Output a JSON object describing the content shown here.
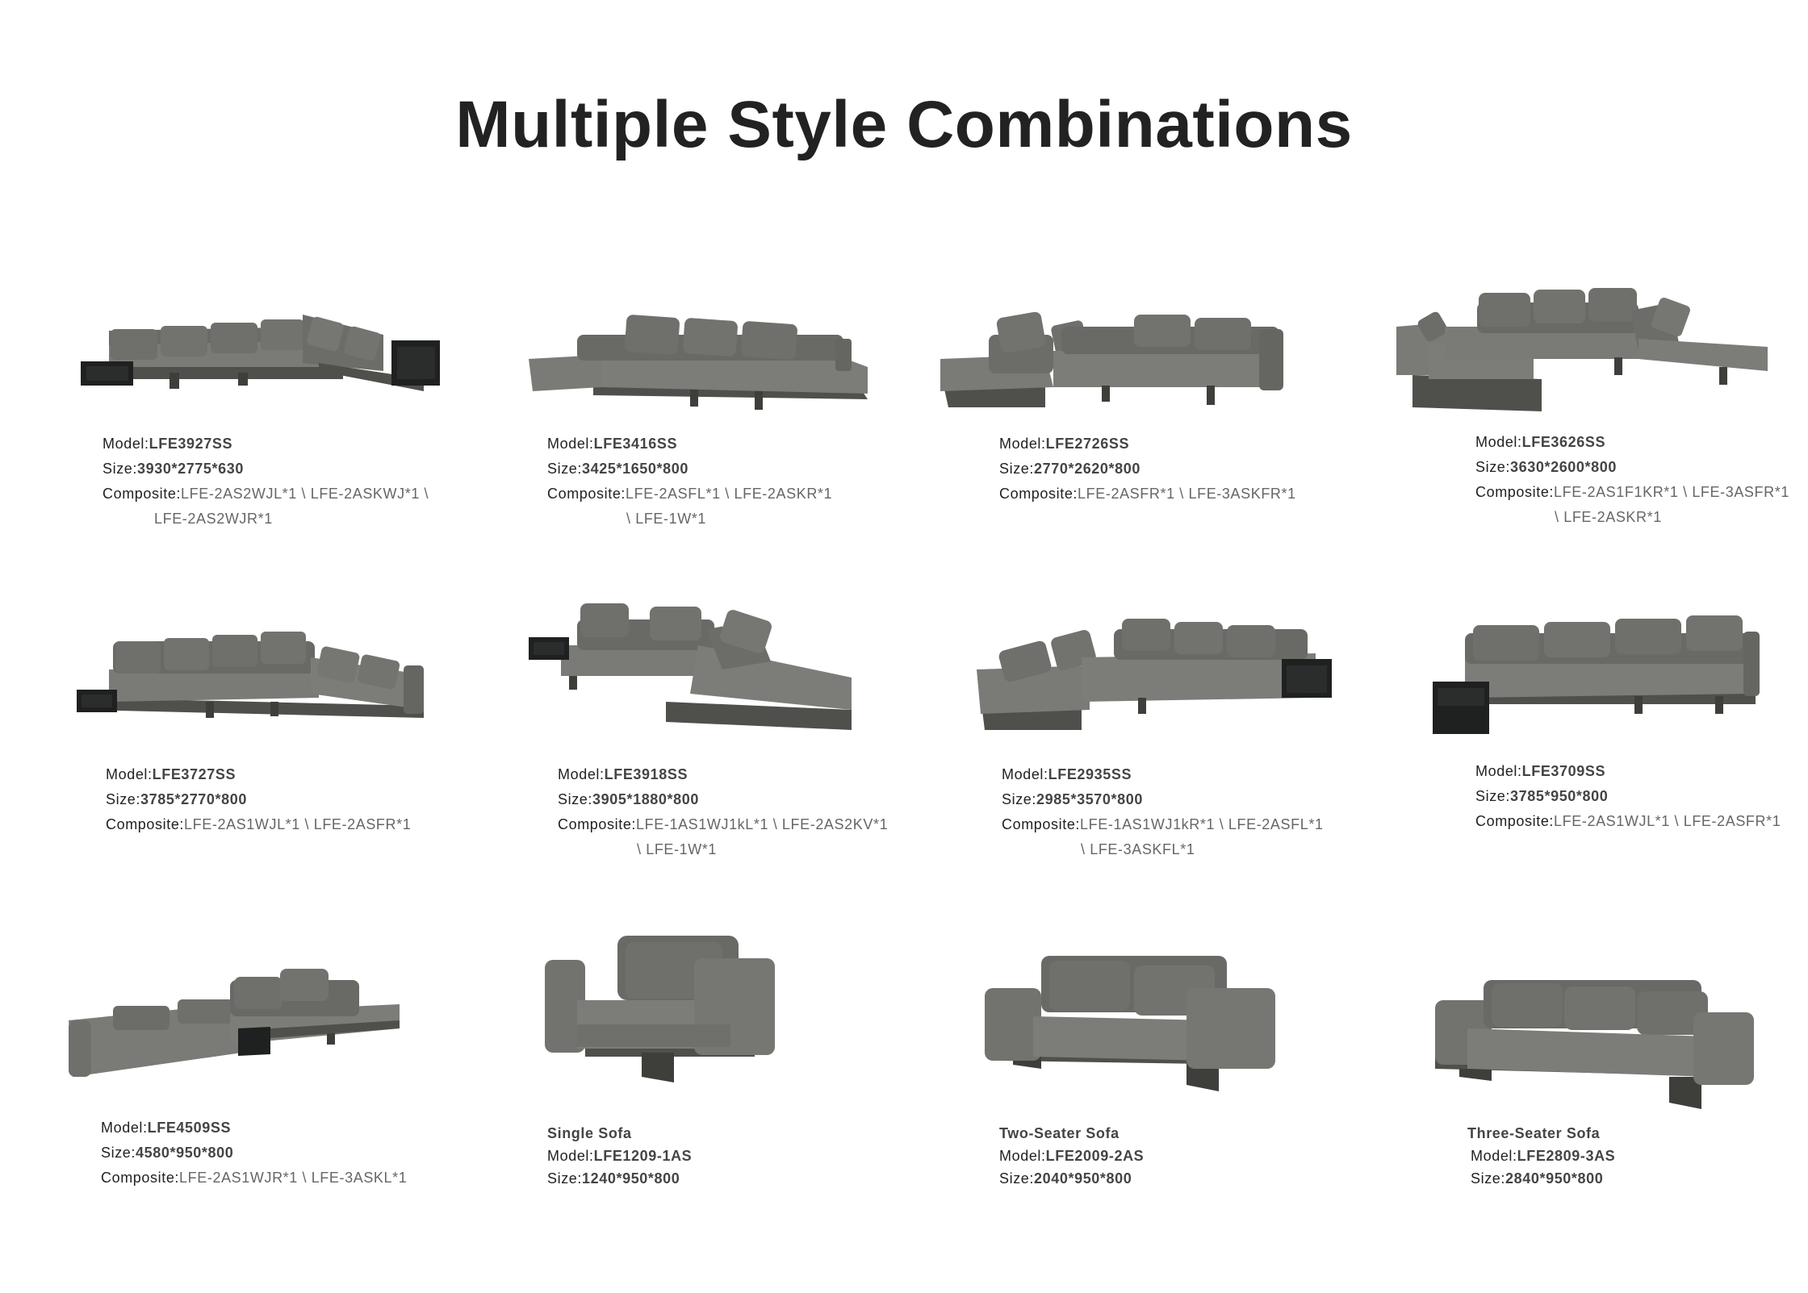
{
  "page": {
    "title": "Multiple Style Combinations"
  },
  "labels": {
    "model": "Model:",
    "size": "Size:",
    "composite": "Composite:"
  },
  "colors": {
    "leather": "#6f706b",
    "leather_light": "#8a8b86",
    "leather_dark": "#54554f",
    "shelf": "#1f2020",
    "base": "#4f504c"
  },
  "products": [
    {
      "model": "LFE3927SS",
      "size": "3930*2775*630",
      "composite_1": "LFE-2AS2WJL*1 \\ LFE-2ASKWJ*1 \\",
      "composite_2": "LFE-2AS2WJR*1"
    },
    {
      "model": "LFE3416SS",
      "size": "3425*1650*800",
      "composite_1": "LFE-2ASFL*1 \\ LFE-2ASKR*1",
      "composite_2": "\\ LFE-1W*1"
    },
    {
      "model": "LFE2726SS",
      "size": "2770*2620*800",
      "composite_1": "LFE-2ASFR*1 \\ LFE-3ASKFR*1",
      "composite_2": ""
    },
    {
      "model": "LFE3626SS",
      "size": "3630*2600*800",
      "composite_1": "LFE-2AS1F1KR*1 \\ LFE-3ASFR*1",
      "composite_2": "\\ LFE-2ASKR*1"
    },
    {
      "model": "LFE3727SS",
      "size": "3785*2770*800",
      "composite_1": "LFE-2AS1WJL*1 \\ LFE-2ASFR*1",
      "composite_2": ""
    },
    {
      "model": "LFE3918SS",
      "size": "3905*1880*800",
      "composite_1": "LFE-1AS1WJ1kL*1 \\ LFE-2AS2KV*1",
      "composite_2": "\\ LFE-1W*1"
    },
    {
      "model": "LFE2935SS",
      "size": "2985*3570*800",
      "composite_1": "LFE-1AS1WJ1kR*1 \\ LFE-2ASFL*1",
      "composite_2": "\\ LFE-3ASKFL*1"
    },
    {
      "model": "LFE3709SS",
      "size": "3785*950*800",
      "composite_1": "LFE-2AS1WJL*1 \\ LFE-2ASFR*1",
      "composite_2": ""
    },
    {
      "model": "LFE4509SS",
      "size": "4580*950*800",
      "composite_1": "LFE-2AS1WJR*1 \\ LFE-3ASKL*1",
      "composite_2": ""
    }
  ],
  "singles": [
    {
      "name": "Single Sofa",
      "model": "LFE1209-1AS",
      "size": "1240*950*800"
    },
    {
      "name": "Two-Seater Sofa",
      "model": "LFE2009-2AS",
      "size": "2040*950*800"
    },
    {
      "name": "Three-Seater Sofa",
      "model": "LFE2809-3AS",
      "size": "2840*950*800"
    }
  ]
}
